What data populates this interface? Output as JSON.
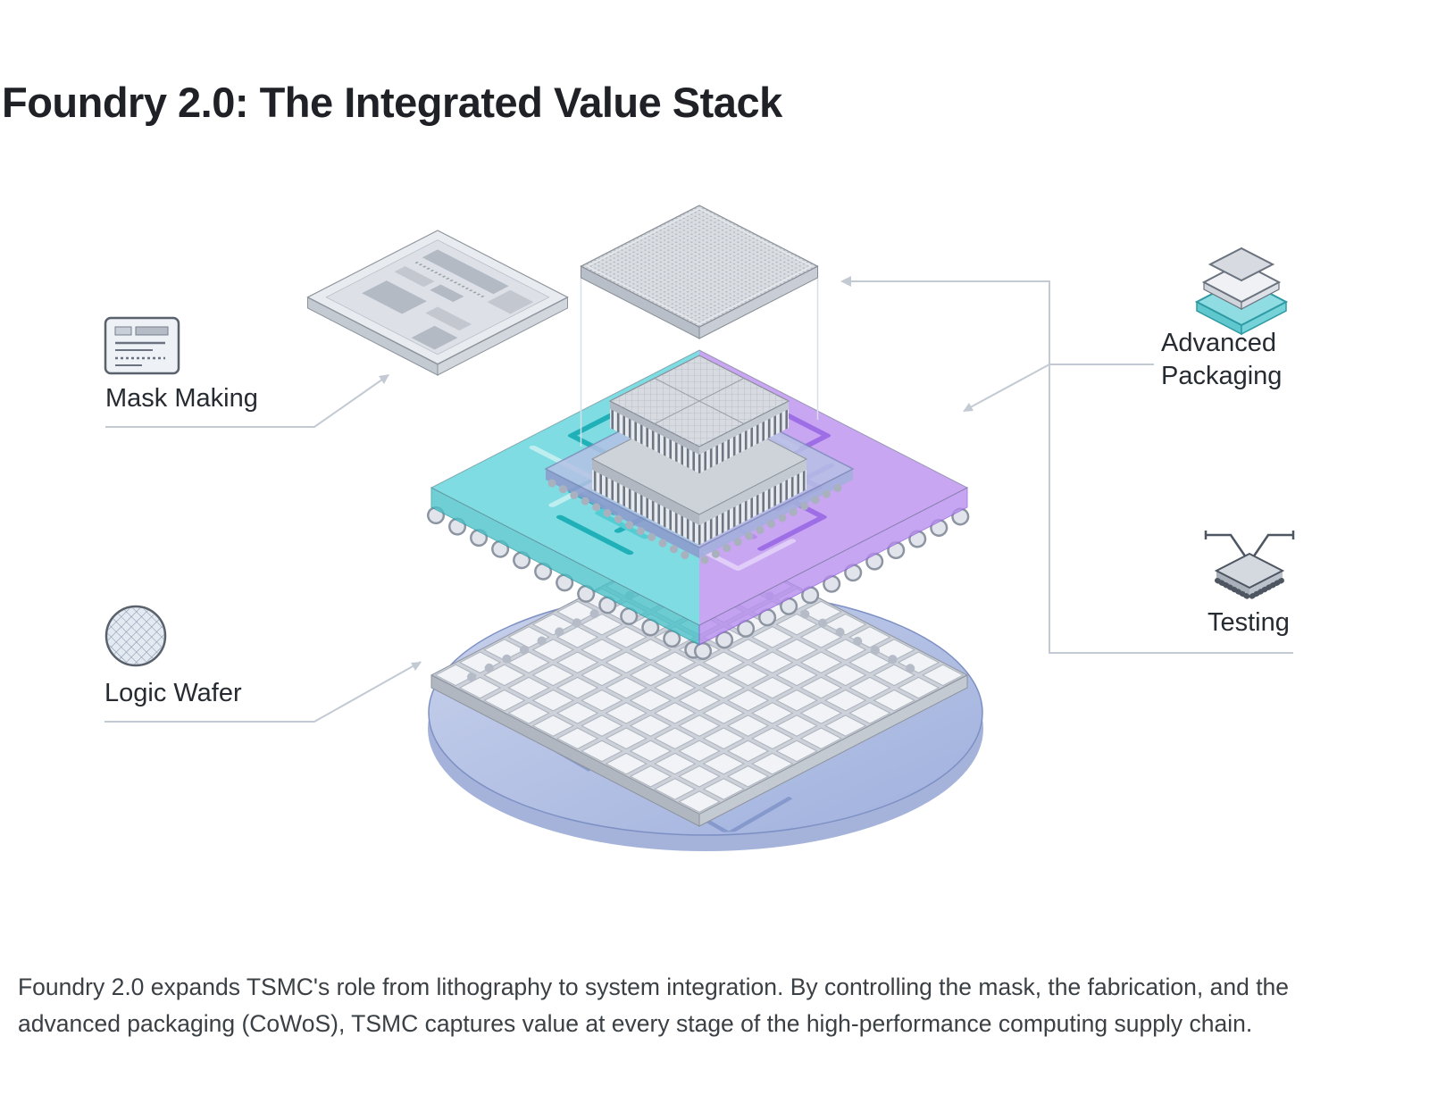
{
  "title": "Foundry 2.0: The Integrated Value Stack",
  "diagram": {
    "callouts": [
      {
        "label": "Mask Making",
        "icon": "mask-document-icon",
        "side": "left",
        "points_to": "photomask-plate"
      },
      {
        "label": "Logic Wafer",
        "icon": "hatched-wafer-icon",
        "side": "left",
        "points_to": "silicon-wafer"
      },
      {
        "label": "Advanced Packaging",
        "icon": "stacked-layers-icon",
        "side": "right",
        "points_to": "package-lid-and-interposer"
      },
      {
        "label": "Testing",
        "icon": "test-probe-icon",
        "side": "right",
        "points_to": "stack-bracket"
      }
    ],
    "layers": [
      "package-lid",
      "chip-stack",
      "die-carrier-plate",
      "interposer-layer",
      "substrate-grid-layer",
      "silicon-wafer"
    ],
    "colors": {
      "teal": "#1fb0b8",
      "purple": "#9e6ee6",
      "wafer_blue": "#a9b7e2",
      "connector_gray": "#c3cad4"
    }
  },
  "caption": "Foundry 2.0 expands TSMC's role from lithography to system integration. By controlling the mask, the fabrication, and the advanced packaging (CoWoS), TSMC captures value at every stage of the high-performance computing supply chain."
}
